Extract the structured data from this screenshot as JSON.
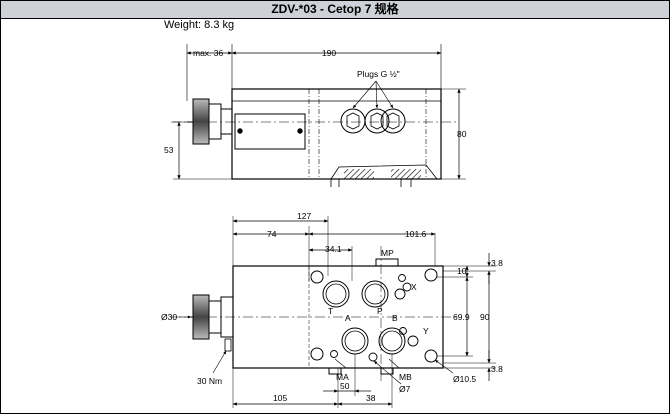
{
  "header": {
    "title": "ZDV-*03 - Cetop 7 规格"
  },
  "spec": {
    "weight": "Weight: 8.3 kg"
  },
  "side_view": {
    "dim_max": "max. 36",
    "dim_length": "190",
    "dim_height": "80",
    "dim_adjust": "53",
    "plugs_label": "Plugs G ½\""
  },
  "top_view": {
    "dim_127": "127",
    "dim_74": "74",
    "dim_101": "101.6",
    "dim_34": "34.1",
    "dim_38_top": "3.8",
    "dim_10": "10",
    "dim_699": "69.9",
    "dim_90": "90",
    "dim_38_bottom": "3.8",
    "dim_d30": "Ø30",
    "dim_torque": "30 Nm",
    "dim_50": "50",
    "dim_105": "105",
    "dim_38": "38",
    "dim_d7": "Ø7",
    "dim_d105": "Ø10.5",
    "port_mp": "MP",
    "port_ma": "MA",
    "port_mb": "MB",
    "port_t": "T",
    "port_p": "P",
    "port_a": "A",
    "port_b": "B",
    "port_x": "X",
    "port_y": "Y"
  }
}
